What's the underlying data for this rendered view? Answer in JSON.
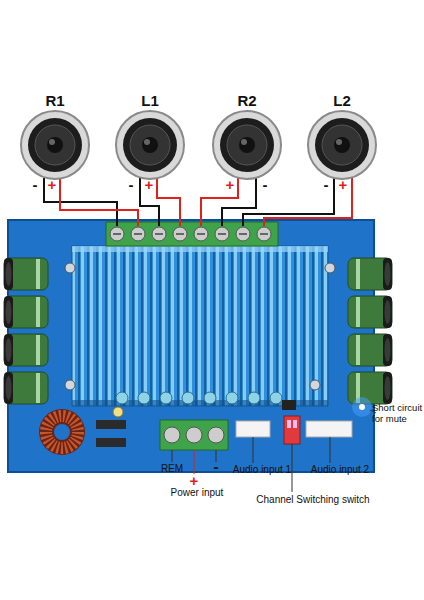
{
  "diagram": {
    "nodes": [
      {
        "text": [
          "R1"
        ]
      },
      {
        "text": [
          "L1"
        ]
      },
      {
        "text": [
          "R2"
        ]
      },
      {
        "text": [
          "L2"
        ]
      }
    ],
    "labels": [
      "-",
      "+",
      "-",
      "+",
      "+",
      "-",
      "-",
      "+",
      "REM",
      "+",
      "-",
      "Power input",
      "Audio input 1",
      "Channel Switching switch",
      "Audio input 2",
      "Short circuit for mute"
    ]
  }
}
